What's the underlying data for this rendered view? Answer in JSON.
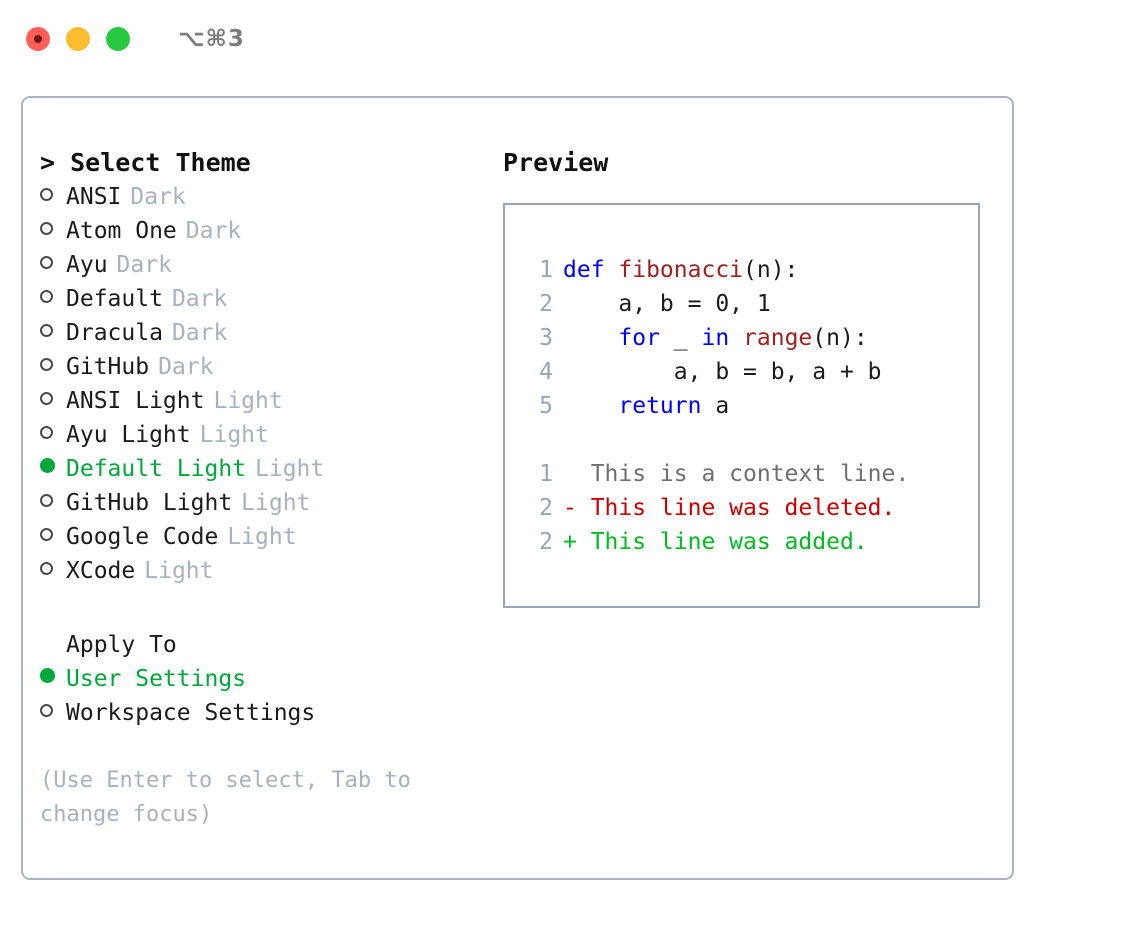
{
  "window": {
    "shortcut_label": "⌥⌘3",
    "traffic_lights": [
      {
        "name": "close",
        "color": "#ff5f57"
      },
      {
        "name": "minimize",
        "color": "#febc2e"
      },
      {
        "name": "maximize",
        "color": "#28c840"
      }
    ]
  },
  "theme_panel": {
    "title": "> Select Theme",
    "items": [
      {
        "label": "ANSI",
        "tag": "Dark",
        "selected": false
      },
      {
        "label": "Atom One",
        "tag": "Dark",
        "selected": false
      },
      {
        "label": "Ayu",
        "tag": "Dark",
        "selected": false
      },
      {
        "label": "Default",
        "tag": "Dark",
        "selected": false
      },
      {
        "label": "Dracula",
        "tag": "Dark",
        "selected": false
      },
      {
        "label": "GitHub",
        "tag": "Dark",
        "selected": false
      },
      {
        "label": "ANSI Light",
        "tag": "Light",
        "selected": false
      },
      {
        "label": "Ayu Light",
        "tag": "Light",
        "selected": false
      },
      {
        "label": "Default Light",
        "tag": "Light",
        "selected": true
      },
      {
        "label": "GitHub Light",
        "tag": "Light",
        "selected": false
      },
      {
        "label": "Google Code",
        "tag": "Light",
        "selected": false
      },
      {
        "label": "XCode",
        "tag": "Light",
        "selected": false
      }
    ]
  },
  "apply_to": {
    "title": "Apply To",
    "options": [
      {
        "label": "User Settings",
        "selected": true
      },
      {
        "label": "Workspace Settings",
        "selected": false
      }
    ]
  },
  "hint": "(Use Enter to select, Tab to change focus)",
  "preview": {
    "title": "Preview",
    "code_lines": [
      {
        "num": "1",
        "tokens": [
          {
            "t": "def ",
            "cls": "kw"
          },
          {
            "t": "fibonacci",
            "cls": "fn"
          },
          {
            "t": "(n):",
            "cls": "pl"
          }
        ]
      },
      {
        "num": "2",
        "tokens": [
          {
            "t": "    a, b = 0, 1",
            "cls": "pl"
          }
        ]
      },
      {
        "num": "3",
        "tokens": [
          {
            "t": "    ",
            "cls": "pl"
          },
          {
            "t": "for",
            "cls": "kw"
          },
          {
            "t": " _ ",
            "cls": "pl"
          },
          {
            "t": "in",
            "cls": "kw"
          },
          {
            "t": " ",
            "cls": "pl"
          },
          {
            "t": "range",
            "cls": "fn"
          },
          {
            "t": "(n):",
            "cls": "pl"
          }
        ]
      },
      {
        "num": "4",
        "tokens": [
          {
            "t": "        a, b = b, a + b",
            "cls": "pl"
          }
        ]
      },
      {
        "num": "5",
        "tokens": [
          {
            "t": "    ",
            "cls": "pl"
          },
          {
            "t": "return",
            "cls": "kw"
          },
          {
            "t": " a",
            "cls": "pl"
          }
        ]
      }
    ],
    "diff_lines": [
      {
        "num": "1",
        "text": "  This is a context line.",
        "kind": "context"
      },
      {
        "num": "2",
        "text": "- This line was deleted.",
        "kind": "deleted"
      },
      {
        "num": "2",
        "text": "+ This line was added.",
        "kind": "added"
      }
    ]
  },
  "colors": {
    "accent_green": "#00a83c",
    "muted": "#a8b1bd",
    "keyword_blue": "#0000ff",
    "function_red": "#a02020",
    "diff_deleted": "#cc0000",
    "diff_added": "#00bb22",
    "border": "#aab3c0"
  }
}
